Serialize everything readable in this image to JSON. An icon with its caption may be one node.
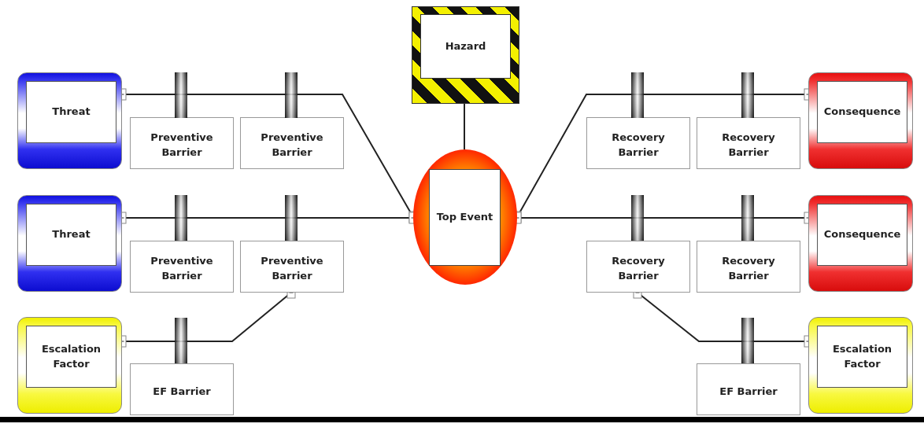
{
  "diagram": {
    "nodes": [
      {
        "text": [
          "Hazard"
        ]
      },
      {
        "text": [
          "Threat"
        ]
      },
      {
        "text": [
          "Preventive Barrier"
        ]
      },
      {
        "text": [
          "Preventive Barrier"
        ]
      },
      {
        "text": [
          "Threat"
        ]
      },
      {
        "text": [
          "Preventive Barrier"
        ]
      },
      {
        "text": [
          "Preventive Barrier"
        ]
      },
      {
        "text": [
          "Escalation Factor"
        ]
      },
      {
        "text": [
          "EF Barrier"
        ]
      },
      {
        "text": [
          "Top Event"
        ]
      },
      {
        "text": [
          "Recovery Barrier"
        ]
      },
      {
        "text": [
          "Recovery Barrier"
        ]
      },
      {
        "text": [
          "Consequence"
        ]
      },
      {
        "text": [
          "Recovery Barrier"
        ]
      },
      {
        "text": [
          "Recovery Barrier"
        ]
      },
      {
        "text": [
          "Consequence"
        ]
      },
      {
        "text": [
          "EF Barrier"
        ]
      },
      {
        "text": [
          "Escalation Factor"
        ]
      }
    ],
    "edges": [
      {
        "from": 1,
        "to": 9,
        "arrow": "other"
      },
      {
        "from": 4,
        "to": 9,
        "arrow": "other"
      },
      {
        "from": 0,
        "to": 9,
        "arrow": "none"
      },
      {
        "from": 9,
        "to": 12,
        "arrow": "other"
      },
      {
        "from": 9,
        "to": 15,
        "arrow": "other"
      },
      {
        "from": 7,
        "to": 6,
        "arrow": "other"
      },
      {
        "from": 13,
        "to": 17,
        "arrow": "other"
      }
    ]
  }
}
